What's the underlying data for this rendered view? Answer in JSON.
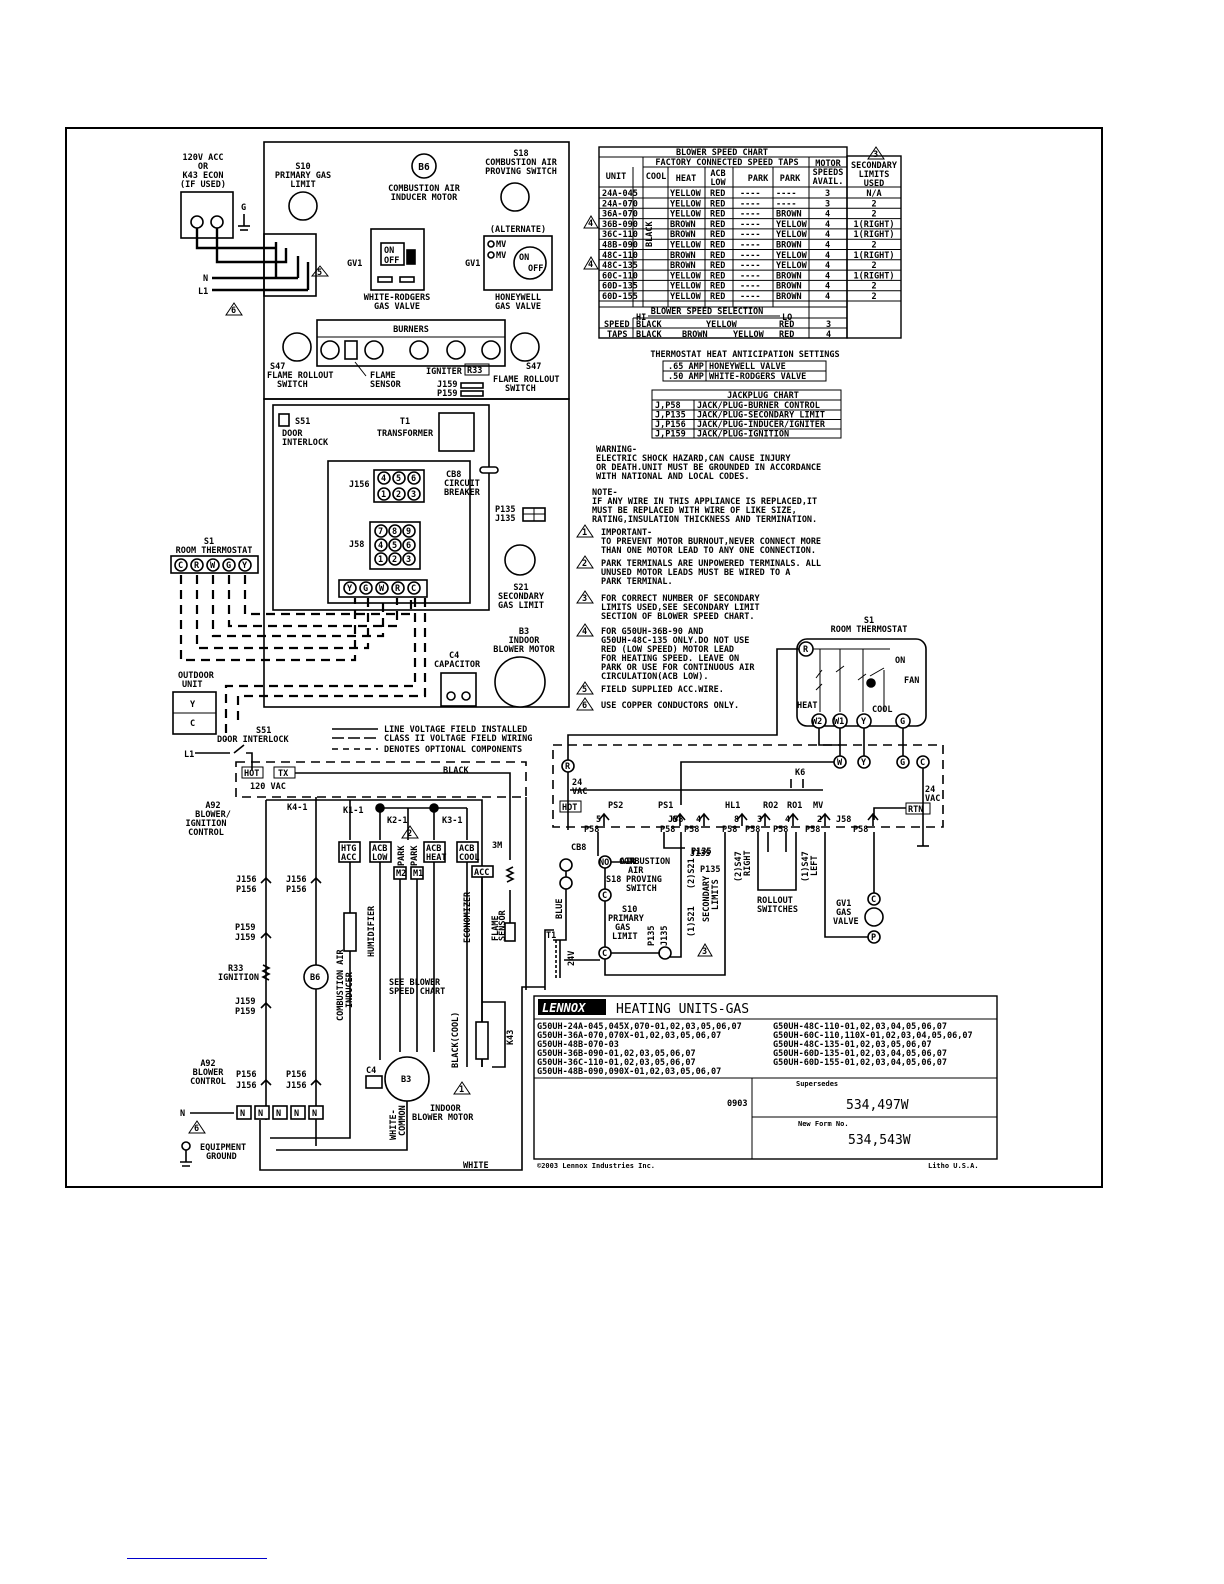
{
  "left_top": {
    "acc_label": [
      "120V ACC",
      "OR",
      "K43 ECON",
      "(IF USED)"
    ],
    "g_label": "G",
    "n_label": "N",
    "l1_label": "L1",
    "s10": [
      "S10",
      "PRIMARY GAS",
      "LIMIT"
    ],
    "b6": [
      "B6",
      "COMBUSTION AIR",
      "INDUCER MOTOR"
    ],
    "s18": [
      "S18",
      "COMBUSTION AIR",
      "PROVING SWITCH"
    ],
    "alternate": "(ALTERNATE)",
    "gv_label": "GV1",
    "wr_on": "ON",
    "wr_off": "OFF",
    "wr_valve": [
      "WHITE-RODGERS",
      "GAS VALVE"
    ],
    "hw_mv1": "MV",
    "hw_mv2": "MV",
    "hw_on": "ON",
    "hw_off": "OFF",
    "hw_valve": [
      "HONEYWELL",
      "GAS VALVE"
    ],
    "burners": "BURNERS",
    "s47_left": [
      "S47",
      "FLAME ROLLOUT",
      "SWITCH"
    ],
    "flame_sensor": [
      "FLAME",
      "SENSOR"
    ],
    "igniter": "IGNITER",
    "r33": "R33",
    "j159": "J159",
    "p159": "P159",
    "s47_right": [
      "S47",
      "FLAME ROLLOUT",
      "SWITCH"
    ],
    "s51": [
      "S51",
      "DOOR",
      "INTERLOCK"
    ],
    "t1": [
      "T1",
      "TRANSFORMER"
    ],
    "j156": "J156",
    "j156_pins": [
      "4",
      "5",
      "6",
      "1",
      "2",
      "3"
    ],
    "cb8": [
      "CB8",
      "CIRCUIT",
      "BREAKER"
    ],
    "p135": "P135",
    "j135": "J135",
    "j58": "J58",
    "j58_pins": [
      "7",
      "8",
      "9",
      "4",
      "5",
      "6",
      "1",
      "2",
      "3"
    ],
    "term_strip": [
      "Y",
      "G",
      "W",
      "R",
      "C"
    ],
    "s21": [
      "S21",
      "SECONDARY",
      "GAS LIMIT"
    ],
    "s1_left": [
      "S1",
      "ROOM THERMOSTAT"
    ],
    "s1_terms": [
      "C",
      "R",
      "W",
      "G",
      "Y"
    ],
    "c4": [
      "C4",
      "CAPACITOR"
    ],
    "b3": [
      "B3",
      "INDOOR",
      "BLOWER MOTOR"
    ],
    "outdoor": [
      "OUTDOOR",
      "UNIT"
    ],
    "outdoor_terms": [
      "Y",
      "C"
    ],
    "legend": [
      "LINE VOLTAGE FIELD INSTALLED",
      "CLASS II VOLTAGE FIELD WIRING",
      "DENOTES OPTIONAL COMPONENTS"
    ]
  },
  "blower_chart": {
    "title": "BLOWER SPEED CHART",
    "group_header": "FACTORY CONNECTED SPEED TAPS",
    "headers": [
      "UNIT",
      "COOL",
      "HEAT",
      "ACB LOW",
      "PARK",
      "PARK",
      "MOTOR SPEEDS AVAIL.",
      "SECONDARY LIMITS USED"
    ],
    "cool_col": "BLACK",
    "rows": [
      [
        "24A-045",
        "YELLOW",
        "RED",
        "----",
        "----",
        "3",
        "N/A"
      ],
      [
        "24A-070",
        "YELLOW",
        "RED",
        "----",
        "----",
        "3",
        "2"
      ],
      [
        "36A-070",
        "YELLOW",
        "RED",
        "----",
        "BROWN",
        "4",
        "2"
      ],
      [
        "36B-090",
        "BROWN",
        "RED",
        "----",
        "YELLOW",
        "4",
        "1(RIGHT)"
      ],
      [
        "36C-110",
        "BROWN",
        "RED",
        "----",
        "YELLOW",
        "4",
        "1(RIGHT)"
      ],
      [
        "48B-090",
        "YELLOW",
        "RED",
        "----",
        "BROWN",
        "4",
        "2"
      ],
      [
        "48C-110",
        "BROWN",
        "RED",
        "----",
        "YELLOW",
        "4",
        "1(RIGHT)"
      ],
      [
        "48C-135",
        "BROWN",
        "RED",
        "----",
        "YELLOW",
        "4",
        "2"
      ],
      [
        "60C-110",
        "YELLOW",
        "RED",
        "----",
        "BROWN",
        "4",
        "1(RIGHT)"
      ],
      [
        "60D-135",
        "YELLOW",
        "RED",
        "----",
        "BROWN",
        "4",
        "2"
      ],
      [
        "60D-155",
        "YELLOW",
        "RED",
        "----",
        "BROWN",
        "4",
        "2"
      ]
    ],
    "selection_title": "BLOWER SPEED SELECTION",
    "hi": "HI",
    "lo": "LO",
    "speed_taps_label": [
      "SPEED",
      "TAPS"
    ],
    "speed_row1": [
      "BLACK",
      "YELLOW",
      "RED",
      "3"
    ],
    "speed_row2": [
      "BLACK",
      "BROWN",
      "YELLOW",
      "RED",
      "4"
    ]
  },
  "anticipation": {
    "title": "THERMOSTAT HEAT ANTICIPATION SETTINGS",
    "rows": [
      [
        ".65 AMP",
        "HONEYWELL VALVE"
      ],
      [
        ".50 AMP",
        "WHITE-RODGERS VALVE"
      ]
    ]
  },
  "jackplug": {
    "title": "JACKPLUG CHART",
    "rows": [
      [
        "J,P58",
        "JACK/PLUG-BURNER CONTROL"
      ],
      [
        "J,P135",
        "JACK/PLUG-SECONDARY LIMIT"
      ],
      [
        "J,P156",
        "JACK/PLUG-INDUCER/IGNITER"
      ],
      [
        "J,P159",
        "JACK/PLUG-IGNITION"
      ]
    ]
  },
  "notes": {
    "warning": [
      "WARNING-",
      "ELECTRIC SHOCK HAZARD,CAN CAUSE INJURY",
      "OR DEATH.UNIT MUST BE GROUNDED IN ACCORDANCE",
      "WITH NATIONAL AND LOCAL CODES."
    ],
    "note": [
      "NOTE-",
      "IF ANY WIRE IN THIS APPLIANCE IS REPLACED,IT",
      "MUST BE REPLACED WITH WIRE OF LIKE SIZE,",
      "RATING,INSULATION THICKNESS AND TERMINATION."
    ],
    "n1": [
      "IMPORTANT-",
      "TO PREVENT MOTOR BURNOUT,NEVER CONNECT MORE",
      "THAN ONE MOTOR LEAD TO ANY ONE CONNECTION."
    ],
    "n2": [
      "PARK TERMINALS ARE UNPOWERED TERMINALS. ALL",
      "UNUSED MOTOR LEADS MUST BE WIRED TO A",
      "PARK TERMINAL."
    ],
    "n3": [
      "FOR CORRECT NUMBER OF SECONDARY",
      "LIMITS USED,SEE SECONDARY LIMIT",
      "SECTION OF BLOWER SPEED CHART."
    ],
    "n4": [
      "FOR G50UH-36B-90 AND",
      "G50UH-48C-135 ONLY.DO NOT USE",
      "RED (LOW SPEED) MOTOR LEAD",
      "FOR HEATING SPEED. LEAVE ON",
      "PARK OR USE FOR CONTINUOUS AIR",
      "CIRCULATION(ACB LOW)."
    ],
    "n5": [
      "FIELD SUPPLIED ACC.WIRE."
    ],
    "n6": [
      "USE COPPER CONDUCTORS ONLY."
    ],
    "tri": [
      "1",
      "2",
      "3",
      "4",
      "5",
      "6"
    ]
  },
  "right_thermostat": {
    "title": [
      "S1",
      "ROOM THERMOSTAT"
    ],
    "on": "ON",
    "fan": "FAN",
    "heat": "HEAT",
    "cool": "COOL",
    "terms": [
      "R",
      "W2",
      "W1",
      "Y",
      "G"
    ]
  },
  "lower_left": {
    "s51": [
      "S51",
      "DOOR INTERLOCK"
    ],
    "l1": "L1",
    "hot": "HOT",
    "tx": "TX",
    "vac120": "120 VAC",
    "black": "BLACK",
    "a92_top": [
      "A92",
      "BLOWER/",
      "IGNITION",
      "CONTROL"
    ],
    "k4": "K4-1",
    "k1": "K1-1",
    "k2": "K2-1",
    "k3": "K3-1",
    "htg_acc": [
      "HTG",
      "ACC"
    ],
    "acb_low": [
      "ACB",
      "LOW"
    ],
    "park": "PARK",
    "acb_heat": [
      "ACB",
      "HEAT"
    ],
    "acb_cool": [
      "ACB",
      "COOL"
    ],
    "m2": "M2",
    "m1": "M1",
    "acc": "ACC",
    "m3": "3M",
    "j156a": "J156",
    "p156a": "P156",
    "j156b": "J156",
    "p156b": "P156",
    "p159": "P159",
    "j159": "J159",
    "r33": [
      "R33",
      "IGNITION"
    ],
    "j159b": "J159",
    "p159b": "P159",
    "b6": "B6",
    "comb_air": [
      "COMBUSTION AIR",
      "INDUCER"
    ],
    "humidifier": "HUMIDIFIER",
    "flame_sensor": [
      "FLAME",
      "SENSOR"
    ],
    "see_chart": [
      "SEE BLOWER",
      "SPEED CHART"
    ],
    "economizer": "ECONOMIZER",
    "black_cool": "BLACK(COOL)",
    "k43": "K43",
    "c4": "C4",
    "b3": "B3",
    "white_common": [
      "WHITE-",
      "COMMON"
    ],
    "indoor_blower": [
      "INDOOR",
      "BLOWER MOTOR"
    ],
    "a92_bottom": [
      "A92",
      "BLOWER",
      "CONTROL"
    ],
    "p156c": "P156",
    "j156c": "J156",
    "p156d": "P156",
    "j156d": "J156",
    "n": "N",
    "n_terms": [
      "N",
      "N",
      "N",
      "N",
      "N"
    ],
    "equip_ground": [
      "EQUIPMENT",
      "GROUND"
    ],
    "white": "WHITE"
  },
  "lower_right": {
    "r": "R",
    "vac24": [
      "24",
      "VAC"
    ],
    "hot": "HOT",
    "k6": "K6",
    "labels": [
      "PS2",
      "PS1",
      "J58",
      "HL1",
      "RO2",
      "RO1",
      "MV",
      "J58"
    ],
    "pins": [
      "5",
      "6",
      "4",
      "8",
      "3",
      "4",
      "2"
    ],
    "p58": "P58",
    "j58": "J58",
    "rtn": "RTN",
    "vac24b": [
      "24",
      "VAC"
    ],
    "terms": [
      "W",
      "Y",
      "G",
      "C"
    ],
    "cb8": "CB8",
    "blue": "BLUE",
    "no": "NO",
    "c": "C",
    "s18": [
      "S18",
      "COMBUSTION",
      "AIR",
      "PROVING",
      "SWITCH"
    ],
    "p135": "P135",
    "j135": "J135",
    "s10": [
      "S10",
      "PRIMARY",
      "GAS",
      "LIMIT"
    ],
    "s21a": "(2)S21",
    "s21b": "(1)S21",
    "secondary": [
      "SECONDARY",
      "LIMITS"
    ],
    "s47r": [
      "(2)S47",
      "RIGHT"
    ],
    "s47l": [
      "(1)S47",
      "LEFT"
    ],
    "rollout": [
      "ROLLOUT",
      "SWITCHES"
    ],
    "gv1": [
      "GV1",
      "GAS",
      "VALVE"
    ],
    "t1": "T1",
    "v24": "24V"
  },
  "title_block": {
    "brand": "LENNOX",
    "title": "HEATING UNITS-GAS",
    "models_left": [
      "G50UH-24A-045,045X,070-01,02,03,05,06,07",
      "G50UH-36A-070,070X-01,02,03,05,06,07",
      "G50UH-48B-070-03",
      "G50UH-36B-090-01,02,03,05,06,07",
      "G50UH-36C-110-01,02,03,05,06,07",
      "G50UH-48B-090,090X-01,02,03,05,06,07"
    ],
    "models_right": [
      "G50UH-48C-110-01,02,03,04,05,06,07",
      "G50UH-60C-110,110X-01,02,03,04,05,06,07",
      "G50UH-48C-135-01,02,03,05,06,07",
      "G50UH-60D-135-01,02,03,04,05,06,07",
      "G50UH-60D-155-01,02,03,04,05,06,07"
    ],
    "date": "0903",
    "supersedes_label": "Supersedes",
    "supersedes": "534,497W",
    "new_form_label": "New Form No.",
    "new_form": "534,543W",
    "copyright": "©2003 Lennox Industries Inc.",
    "litho": "Litho U.S.A."
  }
}
